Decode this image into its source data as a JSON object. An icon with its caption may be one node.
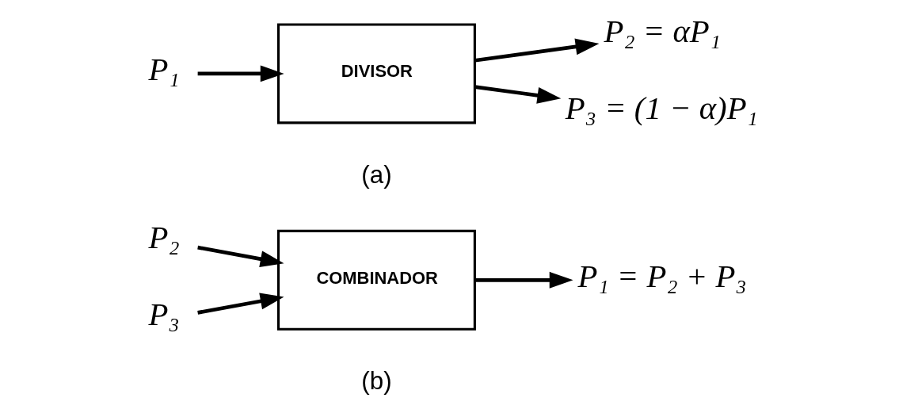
{
  "diagram": {
    "nodes": [
      {
        "text": [
          "P₁"
        ]
      },
      {
        "text": [
          "DIVISOR"
        ]
      },
      {
        "text": [
          "P₂ = αP₁"
        ]
      },
      {
        "text": [
          "P₃ = (1 − α)P₁"
        ]
      },
      {
        "text": [
          "P₂"
        ]
      },
      {
        "text": [
          "P₃"
        ]
      },
      {
        "text": [
          "COMBINADOR"
        ]
      },
      {
        "text": [
          "P₁ = P₂ + P₃"
        ]
      }
    ],
    "edges": [
      {
        "from": 0,
        "to": 1,
        "arrow": "to"
      },
      {
        "from": 1,
        "to": 2,
        "arrow": "to"
      },
      {
        "from": 1,
        "to": 3,
        "arrow": "to"
      },
      {
        "from": 4,
        "to": 6,
        "arrow": "to"
      },
      {
        "from": 5,
        "to": 6,
        "arrow": "to"
      },
      {
        "from": 6,
        "to": 7,
        "arrow": "to"
      }
    ],
    "labels": [
      "(a)",
      "(b)"
    ]
  }
}
